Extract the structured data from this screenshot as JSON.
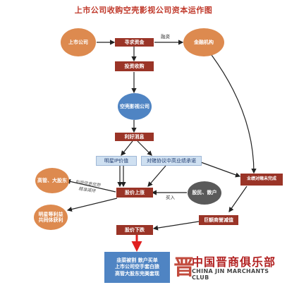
{
  "title": "上市公司收购空壳影视公司资本运作图",
  "nodes": {
    "listed_company": "上市公司",
    "seek_funds": "寻求资金",
    "financing": "融资",
    "financial_institution": "金融机构",
    "invest_acquire": "投资收购",
    "shell_company": "空壳影视公司",
    "good_news": "利好消息",
    "star_ip": "明星IP价值",
    "vam_promise": "对赌协议中高业绩承诺",
    "executives": "高管、大股东",
    "info_advantage": "利用信息优势\n精准减持",
    "price_rise": "股价上涨",
    "buy_in": "买入",
    "retail": "股民、散户",
    "bet_failed": "业绩对赌未完成",
    "star_profit": "明星等利益\n共同体获利",
    "impairment": "巨额商誉减值",
    "price_fall": "股价下跌",
    "result": [
      "韭菜被割 散户买单",
      "上市公司空手套白狼",
      "高管大股东完美套现"
    ]
  },
  "watermark": {
    "cn": "中国晋商俱乐部",
    "en": "CHINA JIN MARCHANTS CLUB"
  },
  "colors": {
    "orange": "#dd8a4f",
    "dark_red": "#9a3427",
    "blue": "#4f84c3",
    "light_blue": "#cfe0f1",
    "gray": "#5a5a5a",
    "arrow": "#222222",
    "red_arrow": "#e02020"
  }
}
